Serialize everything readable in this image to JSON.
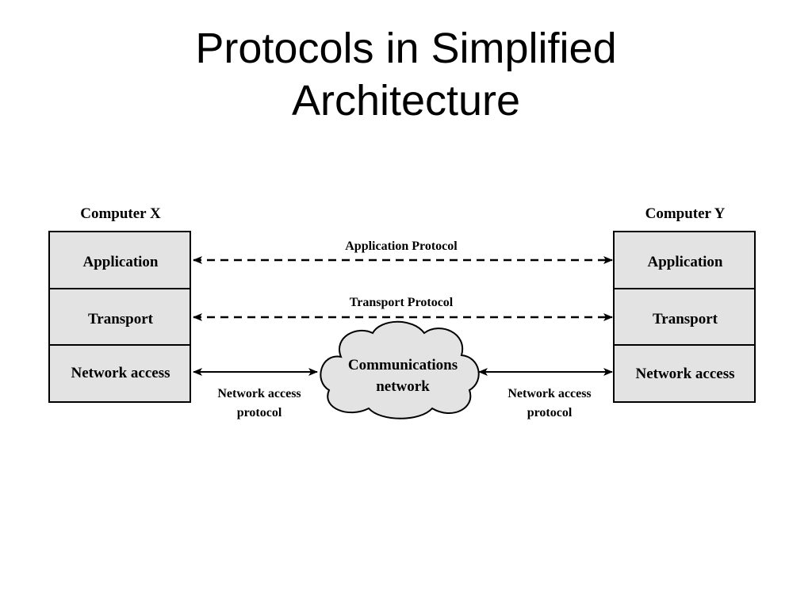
{
  "slide": {
    "title_line1": "Protocols in Simplified",
    "title_line2": "Architecture"
  },
  "computer_x": {
    "label": "Computer X",
    "layers": [
      "Application",
      "Transport",
      "Network access"
    ]
  },
  "computer_y": {
    "label": "Computer Y",
    "layers": [
      "Application",
      "Transport",
      "Network access"
    ]
  },
  "protocols": {
    "application": "Application Protocol",
    "transport": "Transport Protocol",
    "network_access_left": [
      "Network access",
      "protocol"
    ],
    "network_access_right": [
      "Network access",
      "protocol"
    ]
  },
  "cloud": {
    "label_line1": "Communications",
    "label_line2": "network"
  },
  "colors": {
    "box_fill": "#e3e3e3",
    "stroke": "#000000",
    "cloud_fill": "#e3e3e3"
  }
}
